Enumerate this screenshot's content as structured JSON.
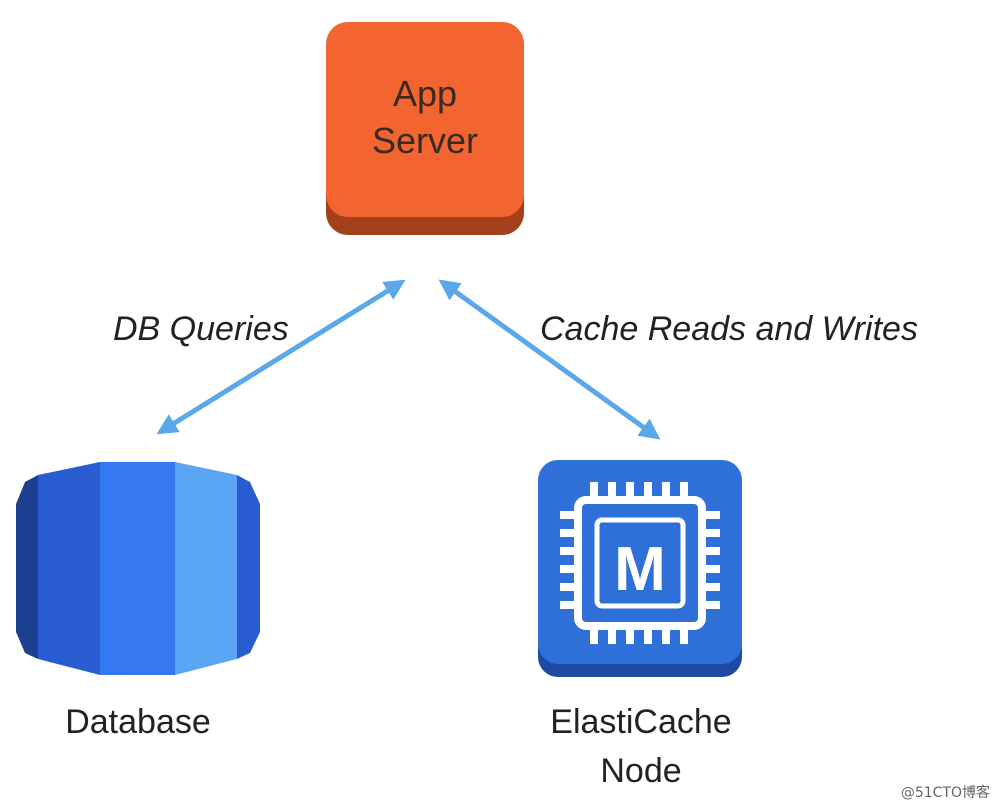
{
  "colors": {
    "app_server_face": "#f26430",
    "app_server_shadow": "#a5401c",
    "arrow": "#5aa8ea",
    "db_dark": "#1c3f8f",
    "db_mid": "#2a5cd1",
    "db_main": "#3477f0",
    "db_light": "#5aa6f5",
    "cache_face": "#2f6fd8",
    "cache_shadow": "#1c4aa3",
    "chip": "#ffffff"
  },
  "nodes": {
    "app_server": {
      "line1": "App",
      "line2": "Server",
      "icon": "server-box-icon"
    },
    "database": {
      "label": "Database",
      "icon": "database-cylinder-icon"
    },
    "cache": {
      "line1": "ElastiCache",
      "line2": "Node",
      "chip_letter": "M",
      "icon": "memory-chip-icon"
    }
  },
  "edges": {
    "db": {
      "label": "DB Queries"
    },
    "cache": {
      "label": "Cache Reads and Writes"
    }
  },
  "watermark": "@51CTO博客"
}
